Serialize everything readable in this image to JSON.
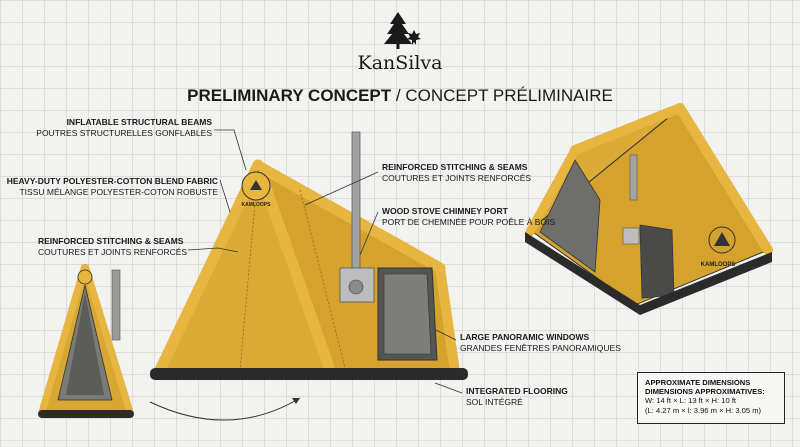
{
  "brand": {
    "name": "KanSilva"
  },
  "title": {
    "bold": "PRELIMINARY CONCEPT",
    "rest": " / CONCEPT PRÉLIMINAIRE"
  },
  "tent_badge": "KAMLOOPS",
  "callouts": {
    "beams": {
      "en": "INFLATABLE STRUCTURAL BEAMS",
      "fr": "POUTRES STRUCTURELLES GONFLABLES"
    },
    "fabric": {
      "en": "HEAVY-DUTY POLYESTER-COTTON BLEND FABRIC",
      "fr": "TISSU MÉLANGE POLYESTER-COTON ROBUSTE"
    },
    "stitch_left": {
      "en": "REINFORCED STITCHING & SEAMS",
      "fr": "COUTURES ET JOINTS RENFORCÉS"
    },
    "stitch_right": {
      "en": "REINFORCED STITCHING & SEAMS",
      "fr": "COUTURES ET JOINTS RENFORCÉS"
    },
    "chimney": {
      "en": "WOOD STOVE CHIMNEY PORT",
      "fr": "PORT DE CHEMINÉE POUR POÊLE À BOIS"
    },
    "windows": {
      "en": "LARGE PANORAMIC WINDOWS",
      "fr": "GRANDES FENÊTRES PANORAMIQUES"
    },
    "flooring": {
      "en": "INTEGRATED FLOORING",
      "fr": "SOL INTÉGRÉ"
    }
  },
  "dimensions": {
    "heading_en": "APPROXIMATE DIMENSIONS",
    "heading_fr": "DIMENSIONS APPROXIMATIVES:",
    "imperial": "W: 14 ft × L: 13 ft × H: 10 ft",
    "metric": "(L: 4.27 m × l: 3.96 m × H: 3.05 m)"
  },
  "colors": {
    "canvas": "#d9a832",
    "canvas_dark": "#b8891f",
    "beam": "#e6b640",
    "floor": "#2b2b2b",
    "metal": "#9a9a9a"
  }
}
